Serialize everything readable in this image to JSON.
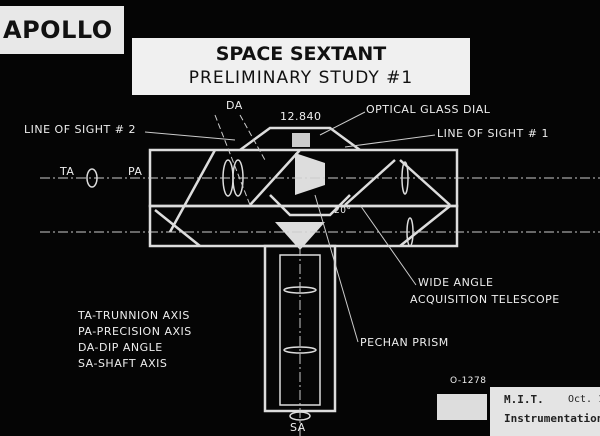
{
  "header": {
    "program": "APOLLO",
    "title": "SPACE SEXTANT",
    "subtitle": "PRELIMINARY STUDY #1"
  },
  "labels": {
    "da": "DA",
    "dial_reading": "12.840",
    "optical_glass_dial": "OPTICAL GLASS DIAL",
    "line_of_sight_2": "LINE OF SIGHT # 2",
    "line_of_sight_1": "LINE OF SIGHT # 1",
    "ta": "TA",
    "pa": "PA",
    "angle": "20°",
    "wide_angle_1": "WIDE ANGLE",
    "wide_angle_2": "ACQUISITION TELESCOPE",
    "pechan_prism": "PECHAN PRISM",
    "sa": "SA"
  },
  "legend": [
    "TA-TRUNNION AXIS",
    "PA-PRECISION AXIS",
    "DA-DIP ANGLE",
    "SA-SHAFT AXIS"
  ],
  "footer": {
    "drawing_number": "O-1278",
    "org_line1": "M.I.T.",
    "date": "Oct. 1",
    "org_line2": "Instrumentation Labora"
  }
}
